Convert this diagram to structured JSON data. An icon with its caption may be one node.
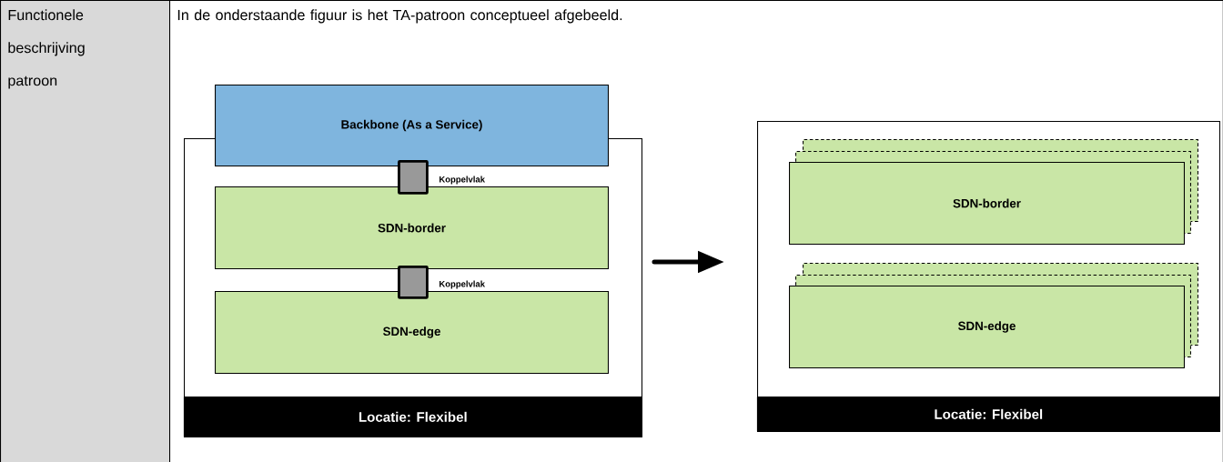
{
  "diagram": {
    "nodes": [
      {
        "text": [
          "Functionele beschrijving patroon"
        ]
      },
      {
        "text": [
          "In de onderstaande figuur is het TA-patroon conceptueel afgebeeld."
        ]
      },
      {
        "text": [],
        "shape": "box",
        "in": 1
      },
      {
        "text": [
          "Backbone (As a Service)"
        ],
        "in": 1
      },
      {
        "text": [],
        "shape": "box",
        "in": 2
      },
      {
        "text": [
          "SDN-border"
        ],
        "in": 2
      },
      {
        "text": [],
        "shape": "box",
        "in": 2
      },
      {
        "text": [
          "SDN-edge"
        ],
        "in": 2
      },
      {
        "text": [
          "Locatie: Flexibel"
        ],
        "in": 2
      },
      {
        "text": [],
        "shape": "box",
        "in": 1
      },
      {
        "text": [],
        "shape": "box",
        "in": 9
      },
      {
        "text": [],
        "shape": "box",
        "in": 9
      },
      {
        "text": [
          "SDN-border"
        ],
        "in": 9
      },
      {
        "text": [],
        "shape": "box",
        "in": 9
      },
      {
        "text": [],
        "shape": "box",
        "in": 9
      },
      {
        "text": [
          "SDN-edge"
        ],
        "in": 9
      },
      {
        "text": [
          "Locatie: Flexibel"
        ],
        "in": 9
      }
    ],
    "edges": [
      {
        "from": 2,
        "to": 9,
        "arrow": "to"
      }
    ],
    "labels": [
      "Koppelvlak",
      "Koppelvlak"
    ]
  }
}
